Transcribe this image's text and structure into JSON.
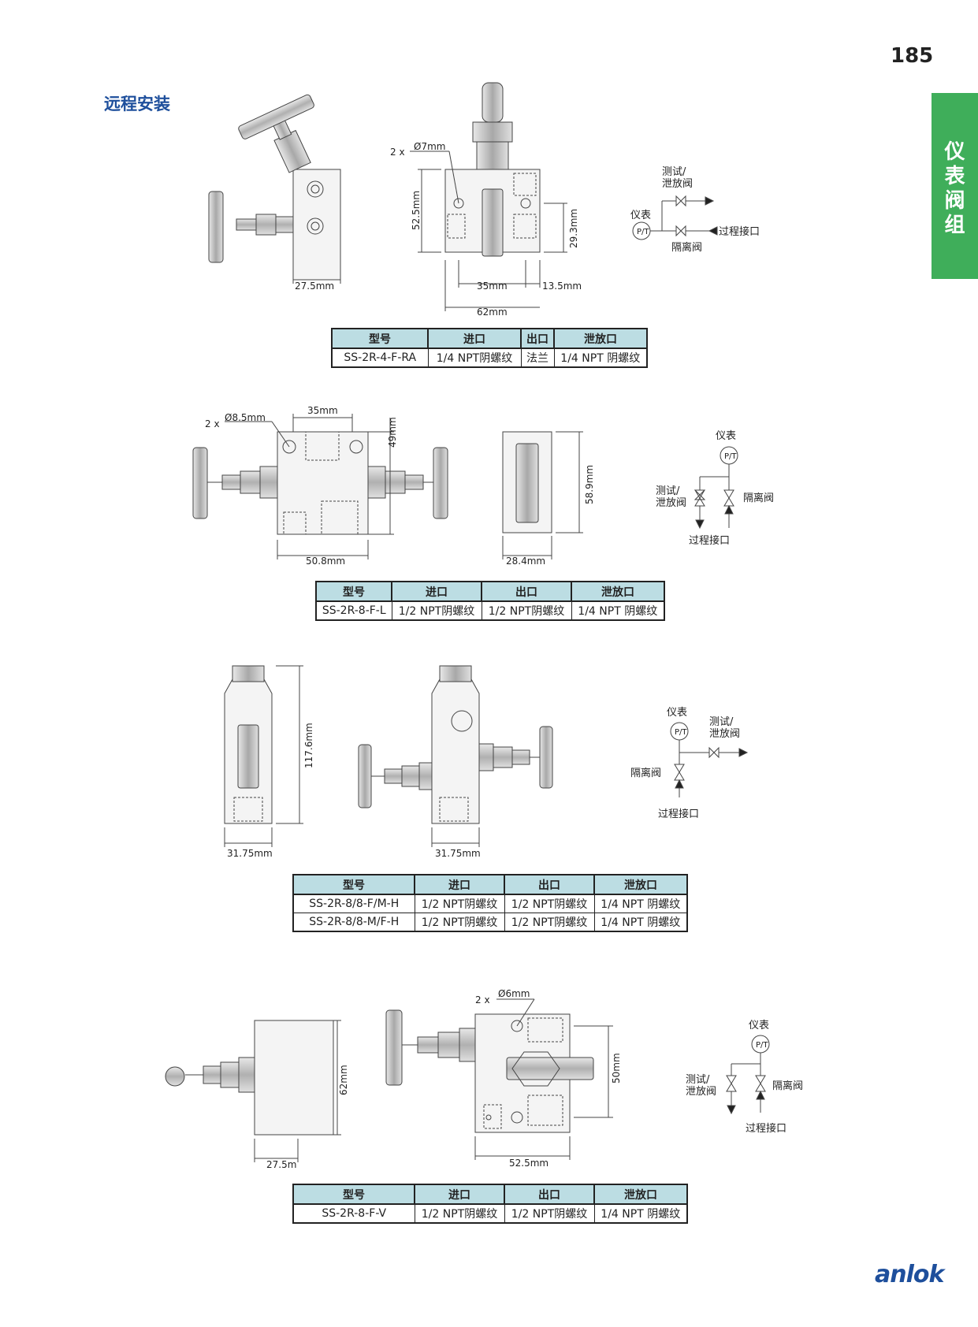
{
  "page_number": "185",
  "side_tab": [
    "仪",
    "表",
    "阀",
    "组"
  ],
  "section_title": "远程安装",
  "brand": "anlok",
  "figures": {
    "f1": {
      "d_2x": "2 x",
      "d_hole": "Ø7mm",
      "d_h": "52.5mm",
      "d_h2": "29.3mm",
      "d_w1": "27.5mm",
      "d_w2": "35mm",
      "d_w3": "13.5mm",
      "d_w4": "62mm"
    },
    "f2": {
      "d_2x": "2 x",
      "d_hole": "Ø8.5mm",
      "d_top": "35mm",
      "d_h": "49mm",
      "d_h2": "58.9mm",
      "d_w1": "50.8mm",
      "d_w2": "28.4mm"
    },
    "f3": {
      "d_h": "117.6mm",
      "d_w1": "31.75mm",
      "d_w2": "31.75mm"
    },
    "f4": {
      "d_2x": "2 x",
      "d_hole": "Ø6mm",
      "d_h": "62mm",
      "d_h2": "50mm",
      "d_w1": "27.5m",
      "d_w2": "52.5mm"
    }
  },
  "schematic_labels": {
    "gauge": "仪表",
    "test_vent_1": "测试/",
    "test_vent_2": "泄放阀",
    "isolation": "隔离阀",
    "process": "过程接口"
  },
  "tables": [
    {
      "headers": [
        "型号",
        "进口",
        "出口",
        "泄放口"
      ],
      "rows": [
        [
          "SS-2R-4-F-RA",
          "1/4 NPT阴螺纹",
          "法兰",
          "1/4 NPT 阴螺纹"
        ]
      ]
    },
    {
      "headers": [
        "型号",
        "进口",
        "出口",
        "泄放口"
      ],
      "rows": [
        [
          "SS-2R-8-F-L",
          "1/2 NPT阴螺纹",
          "1/2 NPT阴螺纹",
          "1/4 NPT 阴螺纹"
        ]
      ]
    },
    {
      "headers": [
        "型号",
        "进口",
        "出口",
        "泄放口"
      ],
      "rows": [
        [
          "SS-2R-8/8-F/M-H",
          "1/2 NPT阴螺纹",
          "1/2 NPT阴螺纹",
          "1/4 NPT 阴螺纹"
        ],
        [
          "SS-2R-8/8-M/F-H",
          "1/2 NPT阴螺纹",
          "1/2 NPT阴螺纹",
          "1/4 NPT 阴螺纹"
        ]
      ]
    },
    {
      "headers": [
        "型号",
        "进口",
        "出口",
        "泄放口"
      ],
      "rows": [
        [
          "SS-2R-8-F-V",
          "1/2 NPT阴螺纹",
          "1/2 NPT阴螺纹",
          "1/4 NPT 阴螺纹"
        ]
      ]
    }
  ]
}
